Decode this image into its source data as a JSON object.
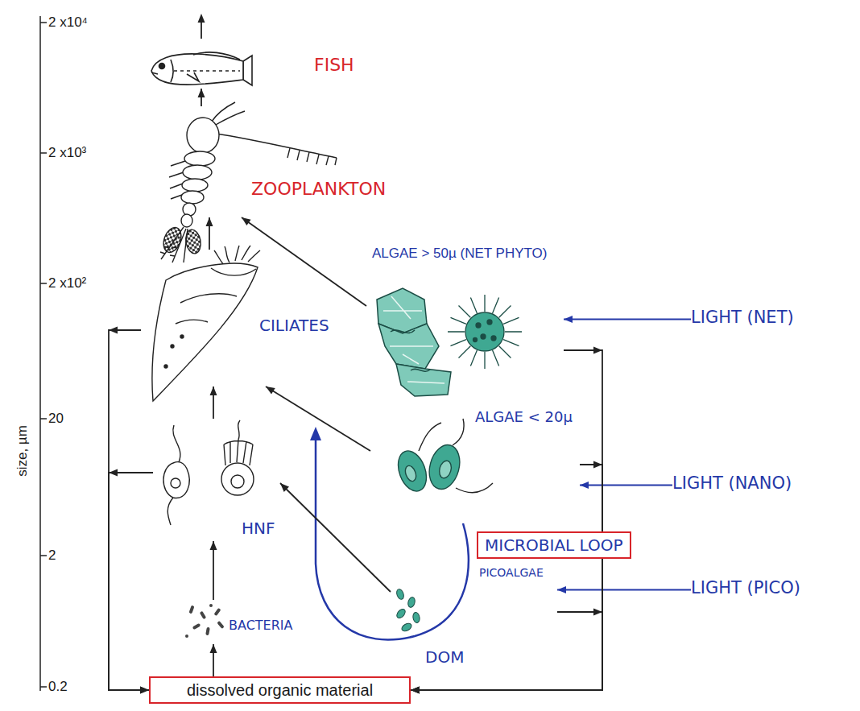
{
  "diagram": {
    "nodes": [
      {
        "text": [
          "FISH"
        ]
      },
      {
        "text": [
          "ZOOPLANKTON"
        ]
      },
      {
        "text": [
          "ALGAE > 50µ (NET PHYTO)"
        ]
      },
      {
        "text": [
          "LIGHT (NET)"
        ]
      },
      {
        "text": [
          "CILIATES"
        ]
      },
      {
        "text": [
          "ALGAE < 20µ"
        ]
      },
      {
        "text": [
          "LIGHT (NANO)"
        ]
      },
      {
        "text": [
          "HNF"
        ]
      },
      {
        "text": [
          "MICROBIAL LOOP"
        ]
      },
      {
        "text": [
          "PICOALGAE"
        ]
      },
      {
        "text": [
          "LIGHT (PICO)"
        ]
      },
      {
        "text": [
          "BACTERIA"
        ]
      },
      {
        "text": [
          "dissolved organic material"
        ]
      }
    ],
    "edges": [
      {
        "from": 1,
        "to": 0,
        "arrow": "to"
      },
      {
        "from": 4,
        "to": 1,
        "arrow": "to"
      },
      {
        "from": 7,
        "to": 4,
        "arrow": "to"
      },
      {
        "from": 11,
        "to": 7,
        "arrow": "to"
      },
      {
        "from": 12,
        "to": 11,
        "arrow": "to"
      },
      {
        "from": 2,
        "to": 1,
        "arrow": "to"
      },
      {
        "from": 5,
        "to": 4,
        "arrow": "to"
      },
      {
        "from": 9,
        "to": 7,
        "arrow": "to"
      },
      {
        "from": 3,
        "to": 2,
        "arrow": "to"
      },
      {
        "from": 6,
        "to": 5,
        "arrow": "to"
      },
      {
        "from": 10,
        "to": 9,
        "arrow": "to"
      },
      {
        "from": 4,
        "to": 12,
        "arrow": "to"
      },
      {
        "from": 7,
        "to": 12,
        "arrow": "to"
      },
      {
        "from": 2,
        "to": 12,
        "arrow": "to"
      },
      {
        "from": 5,
        "to": 12,
        "arrow": "to"
      },
      {
        "from": 9,
        "to": 12,
        "arrow": "to"
      }
    ],
    "labels": [
      "2 x10⁴",
      "2 x10³",
      "2 x10²",
      "20",
      "2",
      "0.2",
      "size, µm",
      "DOM"
    ]
  }
}
